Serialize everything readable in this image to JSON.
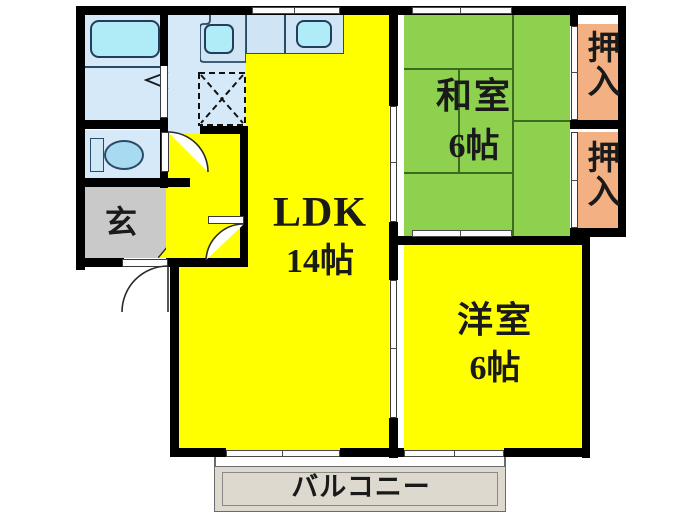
{
  "plan": {
    "title": "間取り図",
    "unit_label": "帖",
    "background": "#ffffff"
  },
  "palette": {
    "wall": "#000000",
    "ldk_floor": "#ffff00",
    "washitsu_floor": "#8ed14f",
    "yoshitsu_floor": "#ffff00",
    "closet_floor": "#f3b183",
    "balcony_floor": "#ded9cf",
    "genkan_floor": "#c9c9c9",
    "water_area_floor": "#d6e9f8",
    "fixture_fill": "#b0ecf7",
    "text": "#1a1a1a"
  },
  "rooms": [
    {
      "id": "ldk",
      "name": "LDK",
      "label_main": "LDK",
      "label_size": "14帖",
      "size_value": 14,
      "size_unit": "帖",
      "floor_color": "#ffff00",
      "kind": "living-dining-kitchen"
    },
    {
      "id": "washitsu",
      "name": "和室",
      "label_main": "和室",
      "label_size": "6帖",
      "size_value": 6,
      "size_unit": "帖",
      "floor_color": "#8ed14f",
      "kind": "japanese-tatami-room"
    },
    {
      "id": "yoshitsu",
      "name": "洋室",
      "label_main": "洋室",
      "label_size": "6帖",
      "size_value": 6,
      "size_unit": "帖",
      "floor_color": "#ffff00",
      "kind": "western-room"
    },
    {
      "id": "genkan",
      "name": "玄関",
      "label_main": "玄",
      "floor_color": "#c9c9c9",
      "kind": "entrance"
    },
    {
      "id": "balcony",
      "name": "バルコニー",
      "label_main": "バルコニー",
      "floor_color": "#ded9cf",
      "kind": "balcony"
    }
  ],
  "closets": [
    {
      "id": "oshiire-upper",
      "name": "押入",
      "label_main": "押入",
      "floor_color": "#f3b183",
      "kind": "closet"
    },
    {
      "id": "oshiire-lower",
      "name": "押入",
      "label_main": "押入",
      "floor_color": "#f3b183",
      "kind": "closet"
    }
  ],
  "water_areas": [
    {
      "id": "bathroom",
      "name": "浴室",
      "fixture": "bathtub",
      "floor_color": "#d6e9f8"
    },
    {
      "id": "toilet",
      "name": "トイレ",
      "fixture": "toilet",
      "floor_color": "#d6e9f8"
    },
    {
      "id": "washroom",
      "name": "洗面脱衣室",
      "fixture": "washbasin",
      "floor_color": "#d6e9f8"
    }
  ],
  "fixtures": [
    {
      "id": "bathtub",
      "name": "浴槽",
      "icon": "bathtub-icon"
    },
    {
      "id": "toilet",
      "name": "便器",
      "icon": "toilet-icon"
    },
    {
      "id": "vanity",
      "name": "洗面台",
      "icon": "washbasin-icon"
    },
    {
      "id": "washer-space",
      "name": "洗濯機置場",
      "icon": "washing-machine-icon"
    },
    {
      "id": "kitchen-sink",
      "name": "シンク",
      "icon": "kitchen-sink-icon"
    },
    {
      "id": "kitchen-counter",
      "name": "キッチンカウンター",
      "icon": "counter-icon"
    }
  ],
  "openings": [
    {
      "id": "entrance-door",
      "name": "玄関ドア",
      "type": "swing-door"
    },
    {
      "id": "genkan-hall-door",
      "name": "ホールドア",
      "type": "swing-door"
    },
    {
      "id": "toilet-door",
      "name": "トイレドア",
      "type": "swing-door"
    },
    {
      "id": "bath-door",
      "name": "浴室折戸",
      "type": "folding-door"
    },
    {
      "id": "ldk-washitsu-fusuma",
      "name": "襖",
      "type": "sliding-door"
    },
    {
      "id": "ldk-yoshitsu-door",
      "name": "引戸",
      "type": "sliding-door"
    },
    {
      "id": "oshiire-upper-door",
      "name": "押入襖",
      "type": "sliding-door"
    },
    {
      "id": "oshiire-lower-door",
      "name": "押入襖",
      "type": "sliding-door"
    },
    {
      "id": "kitchen-window",
      "name": "窓",
      "type": "window"
    },
    {
      "id": "washitsu-window",
      "name": "窓",
      "type": "window"
    },
    {
      "id": "ldk-balcony-door",
      "name": "掃出窓",
      "type": "sliding-glass-door"
    },
    {
      "id": "yoshitsu-balcony-door",
      "name": "掃出窓",
      "type": "sliding-glass-door"
    },
    {
      "id": "washitsu-south-window",
      "name": "窓",
      "type": "window"
    }
  ]
}
